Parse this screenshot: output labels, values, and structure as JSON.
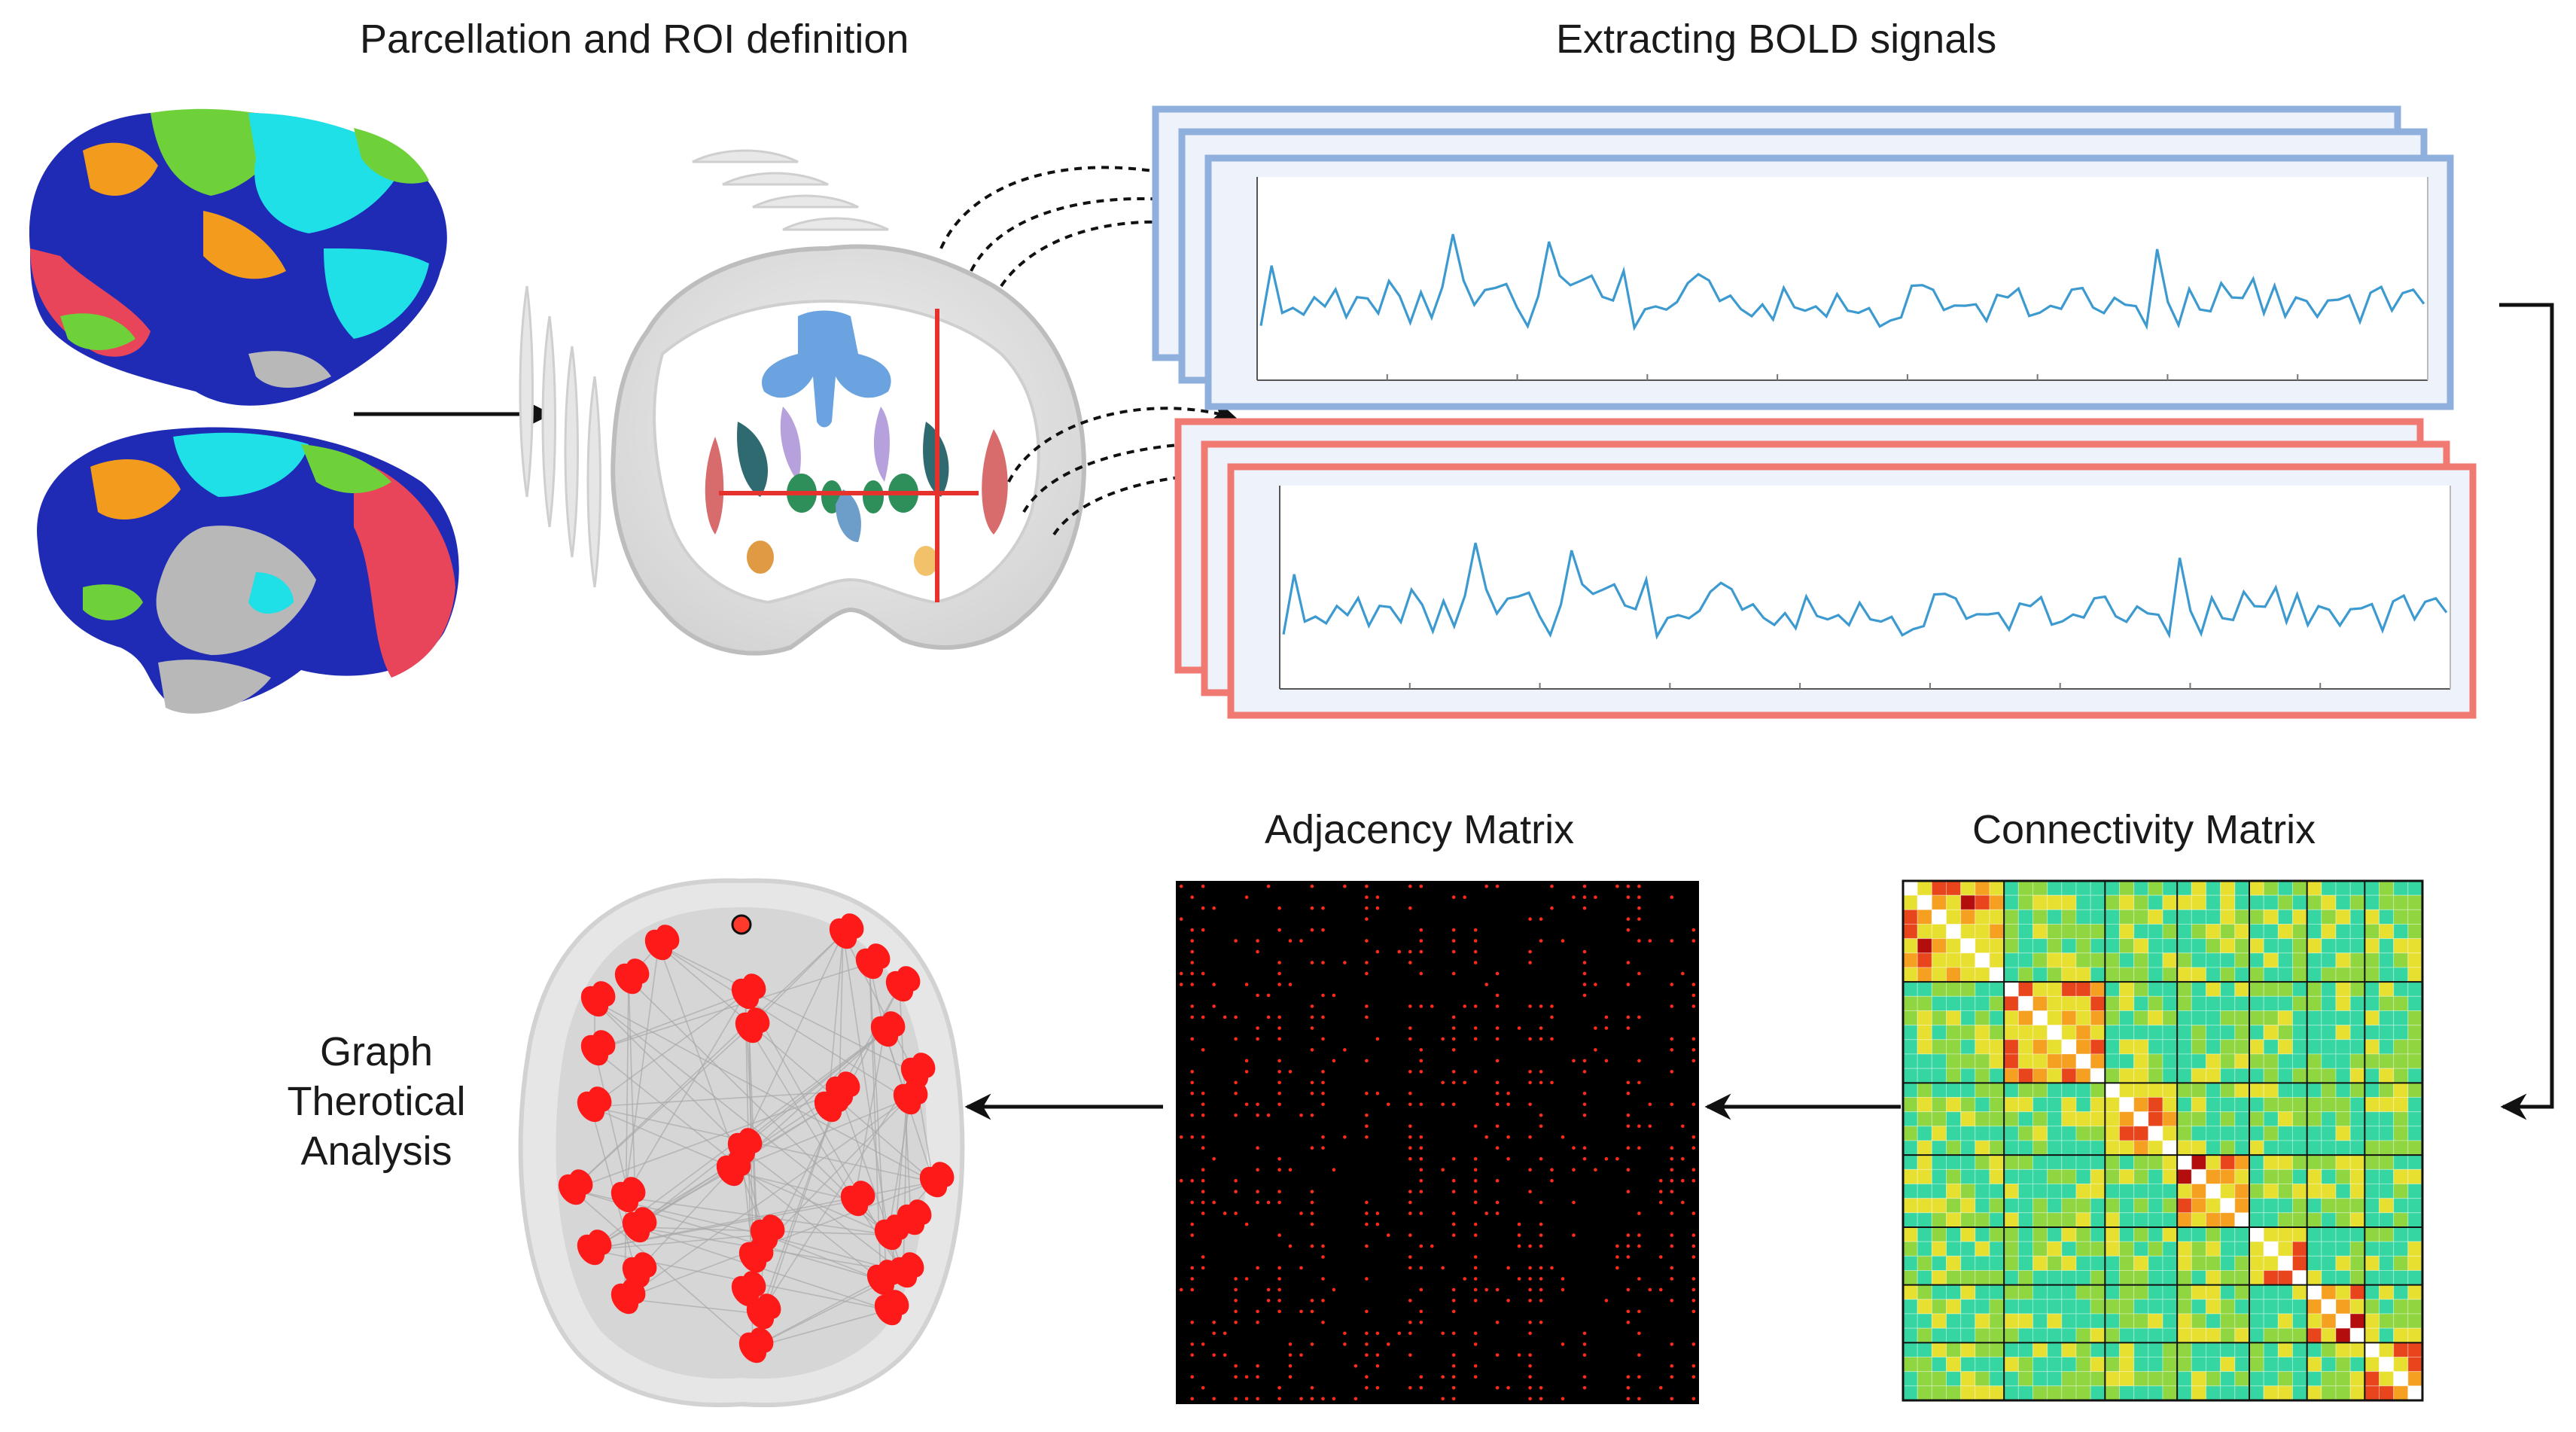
{
  "labels": {
    "parcellation": "Parcellation and ROI definition",
    "bold": "Extracting BOLD signals",
    "adjacency": "Adjacency Matrix",
    "connectivity": "Connectivity Matrix",
    "graph_line1": "Graph",
    "graph_line2": "Therotical",
    "graph_line3": "Analysis"
  },
  "colors": {
    "blue_frame": "#8fb0dc",
    "red_frame": "#f07a72",
    "signal_line": "#3c9ad0",
    "arrow": "#111111",
    "roi_line": "#e5322d",
    "adjacency_bg": "#000000",
    "adjacency_dot": "#ff2a1a",
    "node": "#ff1a1a"
  },
  "parcel_colors": [
    "#1f2bb5",
    "#1ee0e6",
    "#6fd13a",
    "#f39b1c",
    "#e8445a",
    "#b8b8b8"
  ]
}
